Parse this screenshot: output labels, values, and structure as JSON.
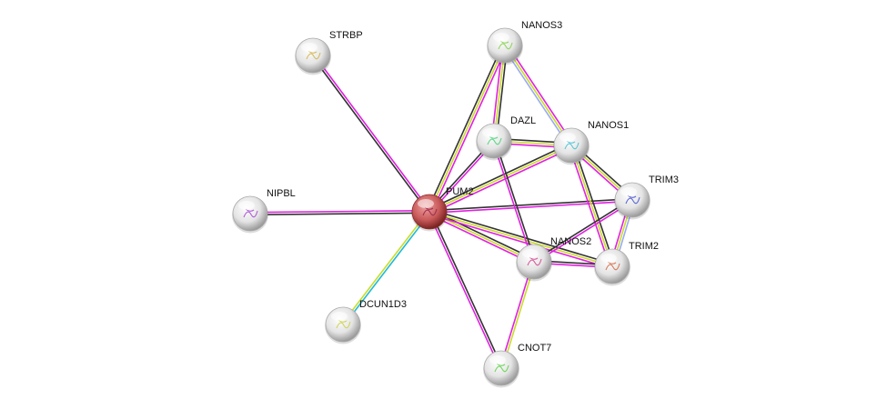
{
  "network": {
    "query_protein": "PUM2",
    "nodes": [
      {
        "id": "PUM2",
        "query": true
      },
      {
        "id": "STRBP"
      },
      {
        "id": "NANOS3"
      },
      {
        "id": "DAZL"
      },
      {
        "id": "NANOS1"
      },
      {
        "id": "TRIM3"
      },
      {
        "id": "NIPBL"
      },
      {
        "id": "NANOS2"
      },
      {
        "id": "TRIM2"
      },
      {
        "id": "DCUN1D3"
      },
      {
        "id": "CNOT7"
      }
    ],
    "evidence_colors": {
      "experiments": "#e020e0",
      "coexpression": "#333333",
      "textmining": "#c8dc28",
      "homology": "#9aaaf0",
      "databases": "#20b8d8"
    },
    "edges": [
      {
        "a": "PUM2",
        "b": "STRBP",
        "evidence": [
          "coexpression",
          "experiments"
        ]
      },
      {
        "a": "PUM2",
        "b": "NIPBL",
        "evidence": [
          "coexpression",
          "experiments"
        ]
      },
      {
        "a": "PUM2",
        "b": "DCUN1D3",
        "evidence": [
          "databases",
          "textmining"
        ]
      },
      {
        "a": "PUM2",
        "b": "CNOT7",
        "evidence": [
          "coexpression",
          "experiments"
        ]
      },
      {
        "a": "PUM2",
        "b": "NANOS3",
        "evidence": [
          "coexpression",
          "textmining",
          "experiments"
        ]
      },
      {
        "a": "PUM2",
        "b": "DAZL",
        "evidence": [
          "coexpression",
          "experiments"
        ]
      },
      {
        "a": "PUM2",
        "b": "NANOS1",
        "evidence": [
          "coexpression",
          "textmining",
          "experiments"
        ]
      },
      {
        "a": "PUM2",
        "b": "TRIM3",
        "evidence": [
          "coexpression",
          "experiments"
        ]
      },
      {
        "a": "PUM2",
        "b": "NANOS2",
        "evidence": [
          "coexpression",
          "textmining",
          "experiments"
        ]
      },
      {
        "a": "PUM2",
        "b": "TRIM2",
        "evidence": [
          "coexpression",
          "textmining",
          "experiments"
        ]
      },
      {
        "a": "NANOS3",
        "b": "DAZL",
        "evidence": [
          "coexpression",
          "textmining",
          "experiments"
        ]
      },
      {
        "a": "NANOS3",
        "b": "NANOS1",
        "evidence": [
          "experiments",
          "textmining",
          "homology"
        ]
      },
      {
        "a": "DAZL",
        "b": "NANOS1",
        "evidence": [
          "coexpression",
          "textmining",
          "experiments"
        ]
      },
      {
        "a": "DAZL",
        "b": "NANOS2",
        "evidence": [
          "coexpression",
          "experiments"
        ]
      },
      {
        "a": "NANOS1",
        "b": "TRIM3",
        "evidence": [
          "coexpression",
          "textmining",
          "experiments"
        ]
      },
      {
        "a": "NANOS1",
        "b": "TRIM2",
        "evidence": [
          "coexpression",
          "textmining",
          "experiments"
        ]
      },
      {
        "a": "NANOS2",
        "b": "TRIM3",
        "evidence": [
          "coexpression",
          "experiments"
        ]
      },
      {
        "a": "NANOS2",
        "b": "TRIM2",
        "evidence": [
          "coexpression",
          "experiments"
        ]
      },
      {
        "a": "TRIM3",
        "b": "TRIM2",
        "evidence": [
          "homology",
          "textmining",
          "experiments"
        ]
      },
      {
        "a": "NANOS2",
        "b": "CNOT7",
        "evidence": [
          "textmining",
          "experiments"
        ]
      }
    ]
  }
}
